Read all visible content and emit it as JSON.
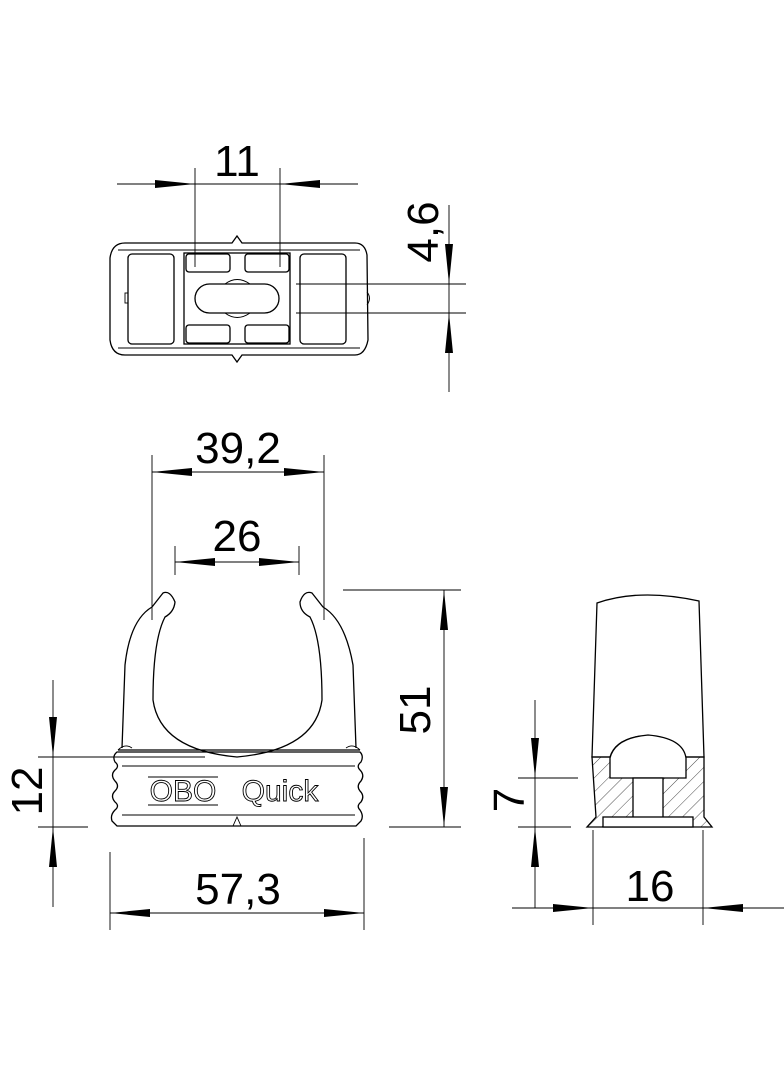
{
  "drawing": {
    "title": "OBO Quick pipe clip technical drawing",
    "units": "mm",
    "views": {
      "top_view": {
        "dimensions": {
          "slot_spacing": "11",
          "slot_width": "4,6"
        }
      },
      "front_view": {
        "dimensions": {
          "outer_opening": "39,2",
          "inner_opening": "26",
          "total_height": "51",
          "base_height": "12",
          "base_width": "57,3"
        },
        "branding": {
          "logo": "OBO",
          "product": "Quick"
        }
      },
      "side_view": {
        "dimensions": {
          "base_section_height": "7",
          "depth": "16"
        }
      }
    }
  }
}
